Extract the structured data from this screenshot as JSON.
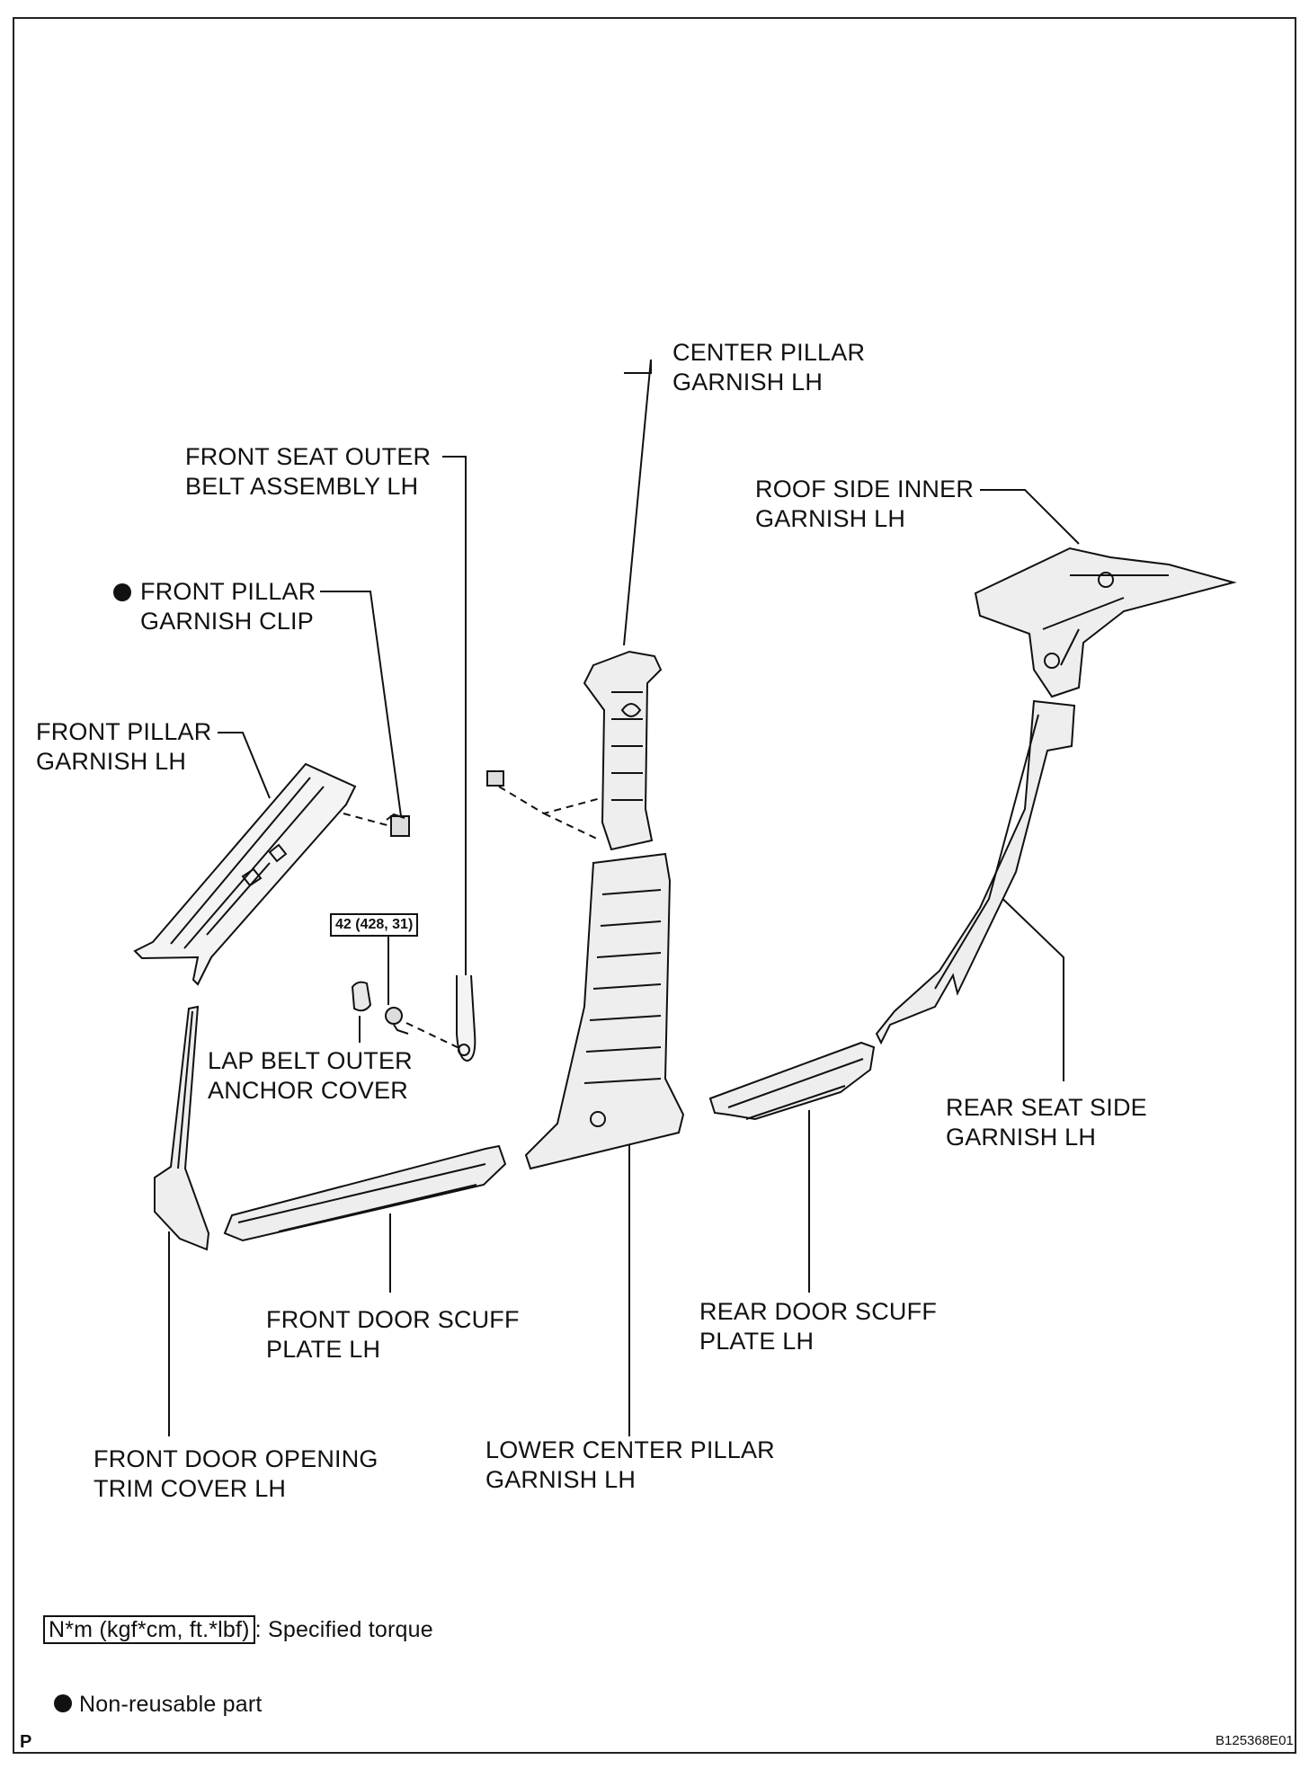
{
  "labels": {
    "center_pillar_garnish": [
      "CENTER PILLAR",
      "GARNISH LH"
    ],
    "front_seat_outer_belt": [
      "FRONT SEAT OUTER",
      "BELT ASSEMBLY LH"
    ],
    "roof_side_inner_garnish": [
      "ROOF SIDE INNER",
      "GARNISH LH"
    ],
    "front_pillar_garnish_clip": [
      "FRONT PILLAR",
      "GARNISH CLIP"
    ],
    "front_pillar_garnish": [
      "FRONT PILLAR",
      "GARNISH LH"
    ],
    "lap_belt_cover": [
      "LAP BELT OUTER",
      "ANCHOR COVER"
    ],
    "rear_seat_side_garnish": [
      "REAR SEAT SIDE",
      "GARNISH LH"
    ],
    "front_door_scuff": [
      "FRONT DOOR SCUFF",
      "PLATE LH"
    ],
    "rear_door_scuff": [
      "REAR DOOR SCUFF",
      "PLATE LH"
    ],
    "front_door_opening_trim": [
      "FRONT DOOR OPENING",
      "TRIM COVER LH"
    ],
    "lower_center_pillar": [
      "LOWER CENTER PILLAR",
      "GARNISH LH"
    ]
  },
  "torque_value": "42 (428, 31)",
  "legend": {
    "torque_unit": "N*m (kgf*cm, ft.*lbf)",
    "torque_text": ": Specified torque",
    "non_reusable_text": "Non-reusable part"
  },
  "footer": {
    "left_mark": "P",
    "figure_id": "B125368E01"
  }
}
